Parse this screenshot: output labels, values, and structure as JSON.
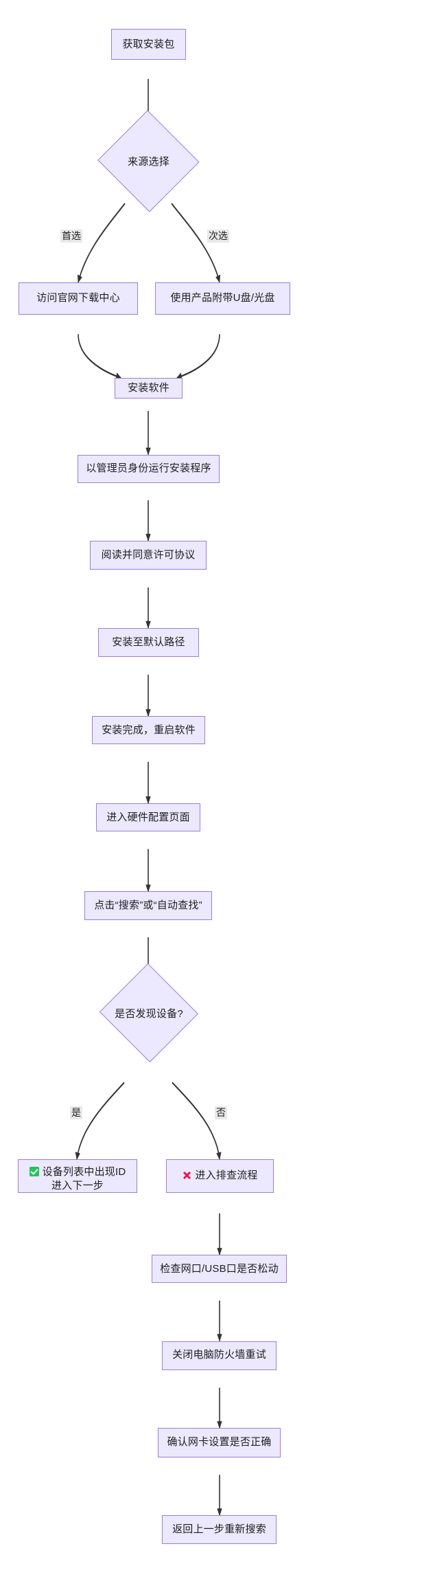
{
  "diagram": {
    "type": "flowchart",
    "direction": "top-to-bottom",
    "title_text": "",
    "colors": {
      "node_fill": "#ECE8FD",
      "node_border": "#9A7FD1",
      "edge_stroke": "#333333",
      "edge_label_bg": "#E8E8E8",
      "text": "#1f1f1f",
      "check_icon": "#21C45D",
      "cross_icon": "#E8174A"
    },
    "nodes": [
      {
        "id": "n1",
        "shape": "rect",
        "label": "获取安装包"
      },
      {
        "id": "n2",
        "shape": "diamond",
        "label": "来源选择"
      },
      {
        "id": "n3",
        "shape": "rect",
        "label": "访问官网下载中心"
      },
      {
        "id": "n4",
        "shape": "rect",
        "label": "使用产品附带U盘/光盘"
      },
      {
        "id": "n5",
        "shape": "rect",
        "label": "安装软件"
      },
      {
        "id": "n6",
        "shape": "rect",
        "label": "以管理员身份运行安装程序"
      },
      {
        "id": "n7",
        "shape": "rect",
        "label": "阅读并同意许可协议"
      },
      {
        "id": "n8",
        "shape": "rect",
        "label": "安装至默认路径"
      },
      {
        "id": "n9",
        "shape": "rect",
        "label": "安装完成，重启软件"
      },
      {
        "id": "n10",
        "shape": "rect",
        "label": "进入硬件配置页面"
      },
      {
        "id": "n11",
        "shape": "rect",
        "label": "点击“搜索”或“自动查找”"
      },
      {
        "id": "n12",
        "shape": "diamond",
        "label": "是否发现设备?"
      },
      {
        "id": "n13",
        "shape": "rect",
        "icon": "check-icon",
        "label_line1": "设备列表中出现ID",
        "label_line2": "进入下一步"
      },
      {
        "id": "n14",
        "shape": "rect",
        "icon": "cross-icon",
        "label": "进入排查流程"
      },
      {
        "id": "n15",
        "shape": "rect",
        "label": "检查网口/USB口是否松动"
      },
      {
        "id": "n16",
        "shape": "rect",
        "label": "关闭电脑防火墙重试"
      },
      {
        "id": "n17",
        "shape": "rect",
        "label": "确认网卡设置是否正确"
      },
      {
        "id": "n18",
        "shape": "rect",
        "label": "返回上一步重新搜索"
      }
    ],
    "edges": [
      {
        "from": "n1",
        "to": "n2",
        "label": ""
      },
      {
        "from": "n2",
        "to": "n3",
        "label": "首选"
      },
      {
        "from": "n2",
        "to": "n4",
        "label": "次选"
      },
      {
        "from": "n3",
        "to": "n5",
        "label": ""
      },
      {
        "from": "n4",
        "to": "n5",
        "label": ""
      },
      {
        "from": "n5",
        "to": "n6",
        "label": ""
      },
      {
        "from": "n6",
        "to": "n7",
        "label": ""
      },
      {
        "from": "n7",
        "to": "n8",
        "label": ""
      },
      {
        "from": "n8",
        "to": "n9",
        "label": ""
      },
      {
        "from": "n9",
        "to": "n10",
        "label": ""
      },
      {
        "from": "n10",
        "to": "n11",
        "label": ""
      },
      {
        "from": "n11",
        "to": "n12",
        "label": ""
      },
      {
        "from": "n12",
        "to": "n13",
        "label": "是"
      },
      {
        "from": "n12",
        "to": "n14",
        "label": "否"
      },
      {
        "from": "n14",
        "to": "n15",
        "label": ""
      },
      {
        "from": "n15",
        "to": "n16",
        "label": ""
      },
      {
        "from": "n16",
        "to": "n17",
        "label": ""
      },
      {
        "from": "n17",
        "to": "n18",
        "label": ""
      }
    ],
    "edge_labels": {
      "first_choice": "首选",
      "second_choice": "次选",
      "yes": "是",
      "no": "否"
    }
  }
}
